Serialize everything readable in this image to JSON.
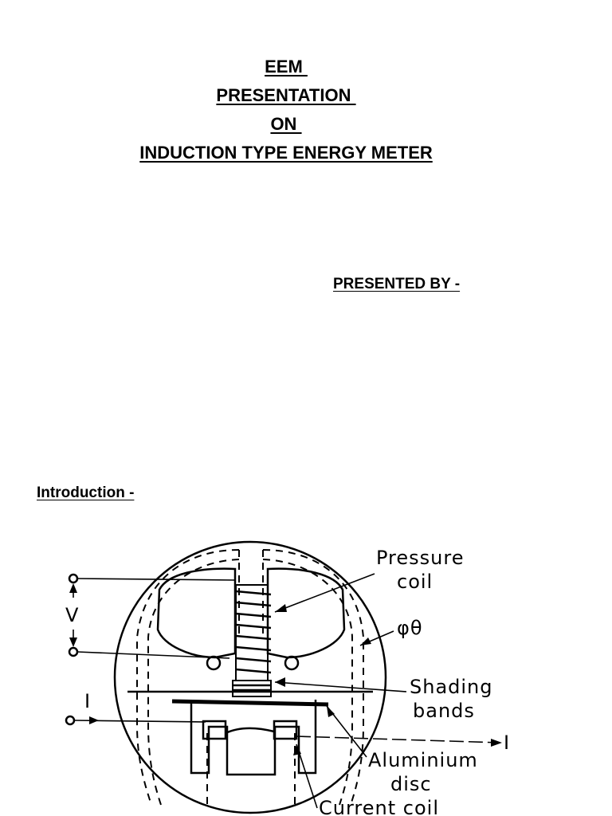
{
  "title": {
    "line1": "EEM ",
    "line2": "PRESENTATION ",
    "line3": "ON ",
    "line4": "INDUCTION TYPE ENERGY METER"
  },
  "presented_by": "PRESENTED BY -",
  "introduction_heading": "Introduction -",
  "diagram": {
    "labels": {
      "pressure": "Pressure",
      "coil": "coil",
      "flux": "φθ",
      "shading": "Shading",
      "bands": "bands",
      "aluminium": "Aluminium",
      "disc": "disc",
      "current_coil": "Current coil",
      "voltage": "V",
      "current_left": "I",
      "current_right": "I"
    }
  }
}
